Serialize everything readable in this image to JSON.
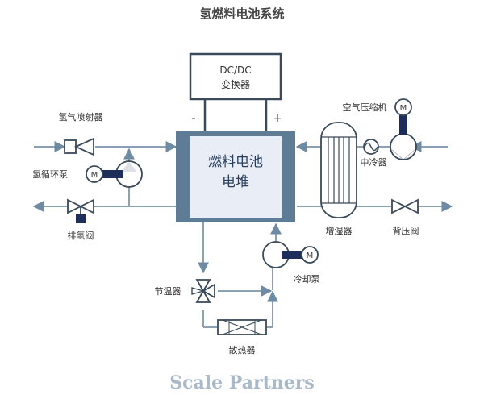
{
  "title": "氢燃料电池系统",
  "dcdc": {
    "line1": "DC/DC",
    "line2": "变换器"
  },
  "stack": {
    "line1": "燃料电池",
    "line2": "电堆"
  },
  "terminals": {
    "negative": "-",
    "positive": "+"
  },
  "labels": {
    "injector": "氢气喷射器",
    "recirc_pump": "氢循环泵",
    "purge_valve": "排氢阀",
    "air_compressor": "空气压缩机",
    "intercooler": "中冷器",
    "humidifier": "增湿器",
    "back_pressure_valve": "背压阀",
    "thermostat": "节温器",
    "coolant_pump": "冷却泵",
    "radiator": "散热器"
  },
  "motor_letter": "M",
  "watermark": "Scale Partners",
  "colors": {
    "line": "#8aa1b5",
    "arrow": "#6f8ba3",
    "box": "#3a4a5a",
    "stack_fill": "#e9eef6",
    "plate": "#5f7c97",
    "motor_bar": "#1e2e5a",
    "watermark": "#a9b9c9"
  }
}
